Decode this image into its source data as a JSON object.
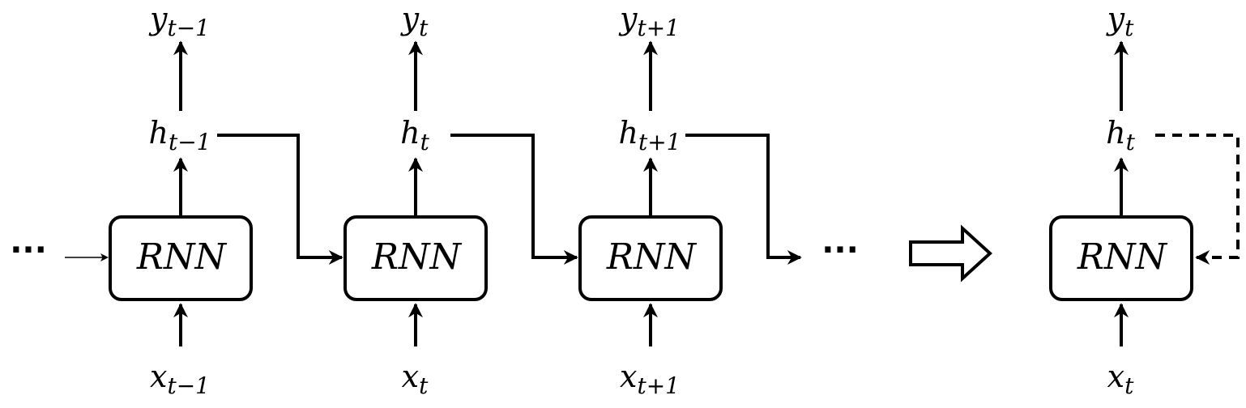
{
  "unrolled": [
    {
      "box": "RNN",
      "x": {
        "base": "x",
        "sub": "t−1"
      },
      "h": {
        "base": "h",
        "sub": "t−1"
      },
      "y": {
        "base": "y",
        "sub": "t−1"
      }
    },
    {
      "box": "RNN",
      "x": {
        "base": "x",
        "sub": "t"
      },
      "h": {
        "base": "h",
        "sub": "t"
      },
      "y": {
        "base": "y",
        "sub": "t"
      }
    },
    {
      "box": "RNN",
      "x": {
        "base": "x",
        "sub": "t+1"
      },
      "h": {
        "base": "h",
        "sub": "t+1"
      },
      "y": {
        "base": "y",
        "sub": "t+1"
      }
    }
  ],
  "rolled": {
    "box": "RNN",
    "x": {
      "base": "x",
      "sub": "t"
    },
    "h": {
      "base": "h",
      "sub": "t"
    },
    "y": {
      "base": "y",
      "sub": "t"
    }
  },
  "ellipsis_left": "···",
  "ellipsis_right": "···"
}
